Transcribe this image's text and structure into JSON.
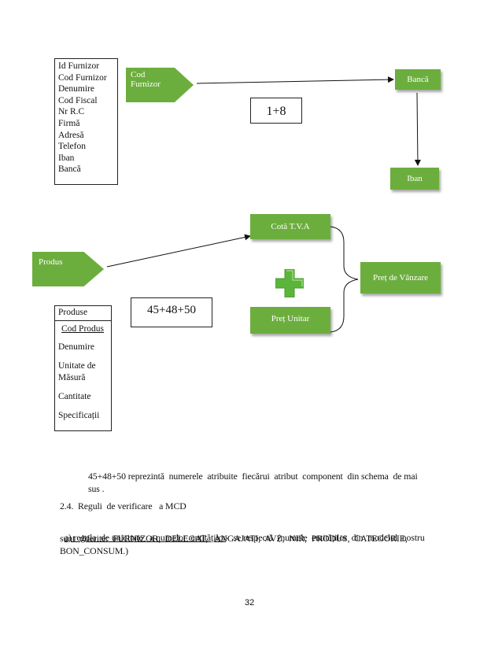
{
  "furnizor_attributes": [
    "Id Furnizor",
    "Cod Furnizor",
    "Denumire",
    "Cod Fiscal",
    "Nr R.C",
    "Firmă",
    "Adresă",
    "Telefon",
    "Iban",
    "Bancă"
  ],
  "cod_furnizor_shape": {
    "line1": "Cod",
    "line2": "Furnizor"
  },
  "banca_label": "Bancă",
  "iban_label": "Iban",
  "cardinality_top": "1+8",
  "cota_tva_label": "Cotă T.V.A",
  "pret_vanzare_label": "Preț de Vânzare",
  "pret_unitar_label": "Preț Unitar",
  "produs_shape_label": "Produs",
  "cardinality_bottom": "45+48+50",
  "produse": {
    "title": "Produse",
    "attributes": [
      "Cod Produs",
      "Denumire",
      "Unitate  de",
      "Măsură",
      "Cantitate",
      "Specificații"
    ]
  },
  "colors": {
    "green": "#6cae3e",
    "plus": "#5bb53a"
  },
  "text": {
    "note_line1": "45+48+50 reprezintă  numerele  atribuite  fiecărui  atribut  component  din schema  de mai",
    "note_line2": "sus .",
    "section_heading": "2.4.  Reguli  de verificare   a MCD",
    "rule_link": "a) regula  de unicitate   a numelor  entităților",
    "rule_rest": "-  se respectă  (numele  entităților  din  modelul  nostru",
    "rule_line2": "sunt  diferite:  FURNIZOR,  DELEGAT,   ANGAJATI,  AVZ,  NIR,  PRODUS,  CATEGORIE,",
    "rule_line3": "BON_CONSUM.)"
  },
  "page_number": "32"
}
